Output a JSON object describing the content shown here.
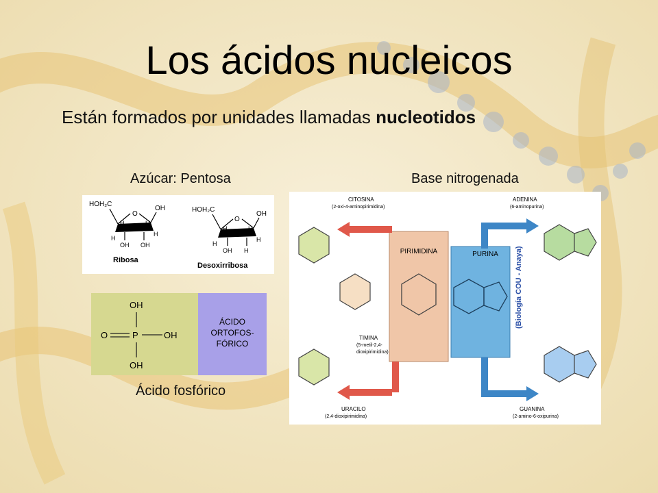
{
  "slide": {
    "title": "Los ácidos nucleicos",
    "subtitle_prefix": "Están formados por unidades llamadas ",
    "subtitle_bold": "nucleotidos",
    "label_sugar": "Azúcar: Pentosa",
    "label_base": "Base nitrogenada",
    "label_acid": "Ácido fosfórico"
  },
  "sugars": {
    "ribose_caption": "Ribosa",
    "deoxyribose_caption": "Desoxirribosa",
    "hoh2c": "HOH₂C",
    "o": "O",
    "oh": "OH",
    "h": "H"
  },
  "acid": {
    "oh_top": "OH",
    "oh_right": "OH",
    "oh_bottom": "OH",
    "o_left": "O",
    "p": "P",
    "name_line1": "ÁCIDO",
    "name_line2": "ORTOFOS-",
    "name_line3": "FÓRICO"
  },
  "bases": {
    "pyrimidine_label": "PIRIMIDINA",
    "purine_label": "PURINA",
    "side_credit": "(Biología COU - Anaya)",
    "cytosine": "CITOSINA",
    "cytosine_sub": "(2-oxi-4-aminopirimidina)",
    "thymine": "TIMINA",
    "thymine_sub1": "(5-metil-2,4-",
    "thymine_sub2": "dioxipirimidina)",
    "uracil": "URACILO",
    "uracil_sub": "(2,4-dioxipirimidina)",
    "adenine": "ADENINA",
    "adenine_sub": "(6-aminopurina)",
    "guanine": "GUANINA",
    "guanine_sub": "(2-amino-6-oxipurina)"
  },
  "colors": {
    "pyrimidine_box": "#f0c6a8",
    "purine_box": "#6fb3e0",
    "cytosine_fill": "#d9e6a8",
    "adenine_fill": "#b7dca0",
    "guanine_fill": "#a8cdf0",
    "arrow_red": "#e0584a",
    "arrow_blue": "#3d86c6",
    "acid_left": "#d6d890",
    "acid_right": "#a8a0e8"
  }
}
